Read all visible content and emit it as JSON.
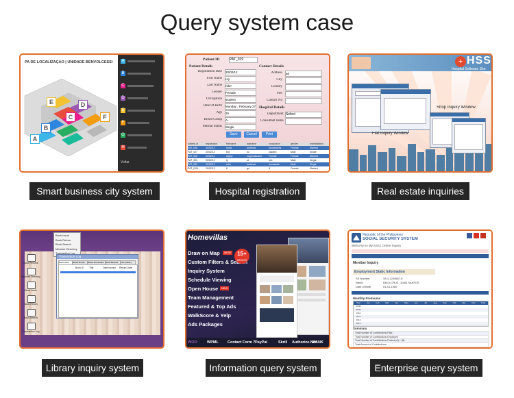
{
  "page": {
    "title": "Query system case"
  },
  "cards": [
    {
      "label": "Smart business city system"
    },
    {
      "label": "Hospital registration"
    },
    {
      "label": "Real estate inquiries"
    },
    {
      "label": "Library inquiry system"
    },
    {
      "label": "Information query system"
    },
    {
      "label": "Enterprise query system"
    }
  ],
  "smart_city": {
    "header": "PA DE LOCALIZAÇÃO | UNIDADE BENVOLCESSI",
    "zones": [
      "A",
      "B",
      "C",
      "D",
      "E",
      "F"
    ],
    "sidebar_letters": [
      "A",
      "B",
      "C",
      "D",
      "E",
      "F",
      "G",
      "H"
    ],
    "sidebar_bottom": "Voltar"
  },
  "hospital": {
    "patient_id_label": "Patient ID",
    "patient_id_value": "PAT_029",
    "patient_details": "Patient Details",
    "contact_details": "Contact Details",
    "left_fields": [
      {
        "label": "Registration Date",
        "value": "20/02/12"
      },
      {
        "label": "First Name",
        "value": "roy"
      },
      {
        "label": "Last Name",
        "value": "rider"
      },
      {
        "label": "Gender",
        "value": "Female"
      },
      {
        "label": "Occupation",
        "value": "student"
      },
      {
        "label": "Date Of Birth",
        "value": "Monday , February 27, 2012"
      },
      {
        "label": "Age",
        "value": "25"
      },
      {
        "label": "Blood Group",
        "value": "A-"
      },
      {
        "label": "Marital Status",
        "value": "Single"
      }
    ],
    "right_fields": [
      {
        "label": "Address",
        "value": "ad"
      },
      {
        "label": "City",
        "value": ""
      },
      {
        "label": "Country",
        "value": ""
      },
      {
        "label": "PIN",
        "value": ""
      },
      {
        "label": "Contact No",
        "value": ""
      }
    ],
    "hospital_details": "Hospital Details",
    "department_label": "Department",
    "department_value": "Select",
    "consultant_label": "Consultant name",
    "buttons": [
      "Save",
      "Cancel",
      "Print"
    ],
    "table_headers": [
      "patient_id",
      "registration",
      "firstname",
      "lastname",
      "occupation",
      "gender",
      "maritalstatus"
    ],
    "table_rows": [
      [
        "PAT_026",
        "20/02/12",
        "roma",
        "andrews",
        "housewives",
        "Female",
        "Married"
      ],
      [
        "PAT_027",
        "20/02/12",
        "ted",
        "nu",
        "student",
        "Male",
        "Single"
      ],
      [
        "PAT_028",
        "20/02/12",
        "dayoy",
        "eugen/student",
        "Female",
        "Female",
        "Married"
      ],
      [
        "PAT_029",
        "20/02/12",
        "ty",
        "ut",
        "yes",
        "Male",
        "Single"
      ],
      [
        "PAT_030",
        "20/02/12",
        "rohs",
        "andrews",
        "housewife",
        "Male",
        "Single"
      ],
      [
        "PAT_0111",
        "20/02/12",
        "fl",
        "gd",
        "8",
        "Female",
        "Married"
      ]
    ]
  },
  "real_estate": {
    "logo_text": "HSS",
    "logo_sub": "Hospital Software Sho",
    "flat_window": "Flat Inquiry Window",
    "shop_window": "Shop Inquiry Window"
  },
  "library": {
    "menu": [
      "Book Issue",
      "Book Return",
      "Book Search",
      "Member Directory",
      "Transaction Log"
    ],
    "window_title": "Transaction Log",
    "tabs": [
      "Book Issue",
      "Books Return",
      "Books Reminders",
      "Book Blocked",
      "Fine History"
    ],
    "columns": [
      "Book ID",
      "Title",
      "Date Issued",
      "Return Date"
    ],
    "side_icons": [
      "Issue Returns",
      "Member Directory",
      "Book Issue",
      "Book Return",
      "Book Search",
      "Transaction Log"
    ]
  },
  "info_query": {
    "brand": "Homevillas",
    "menu": [
      {
        "text": "Draw on Map",
        "badge": "NEW"
      },
      {
        "text": "Custom Filters & Search",
        "badge": ""
      },
      {
        "text": "Inquiry System",
        "badge": ""
      },
      {
        "text": "Schedule Viewing",
        "badge": ""
      },
      {
        "text": "Open House",
        "badge": "NEW"
      },
      {
        "text": "Team Management",
        "badge": ""
      },
      {
        "text": "Featured & Top Ads",
        "badge": ""
      },
      {
        "text": "WalkScore & Yelp",
        "badge": ""
      },
      {
        "text": "Ads Packages",
        "badge": ""
      }
    ],
    "badge_number": "15+",
    "badge_text": "DEMOS",
    "partners": [
      "WOO",
      "WPML",
      "Contact Form 7",
      "PayPal",
      "Skrill",
      "Authorize.Net",
      "BANK"
    ]
  },
  "enterprise": {
    "org_line1": "Republic of the Philippines",
    "org_line2": "SOCIAL SECURITY SYSTEM",
    "welcome": "Welcome to My.SSS | Online Inquiry",
    "section": "Member Inquiry",
    "subsection": "Employment Static Information",
    "info_rows": [
      {
        "label": "SS Number",
        "value": "33-3-1234567-8"
      },
      {
        "label": "Name",
        "value": "DELA CRUZ, JUAN SANTOS"
      },
      {
        "label": "Date of Birth",
        "value": "01-01-1980"
      }
    ],
    "monthly_title": "Monthly Premiums",
    "months": [
      "Year",
      "Jan",
      "Feb",
      "Mar",
      "Apr",
      "May",
      "Jun",
      "Jul",
      "Aug",
      "Sep",
      "Oct",
      "Nov",
      "Dec",
      "Total"
    ],
    "years": [
      "2008",
      "2009",
      "2010",
      "2011",
      "2012",
      "2013"
    ],
    "summary_title": "Summary",
    "summary_rows": [
      "Total Number of Contributions Paid",
      "Total Number of Contributions Employed",
      "Total Number of Contributions Posted (A) + (B)",
      "Total Amount of Contributions"
    ]
  },
  "colors": {
    "accent_border": "#e26d2c",
    "label_bg": "#262626",
    "purple_frame": "#6b3f86",
    "sss_blue": "#2f5b97"
  }
}
